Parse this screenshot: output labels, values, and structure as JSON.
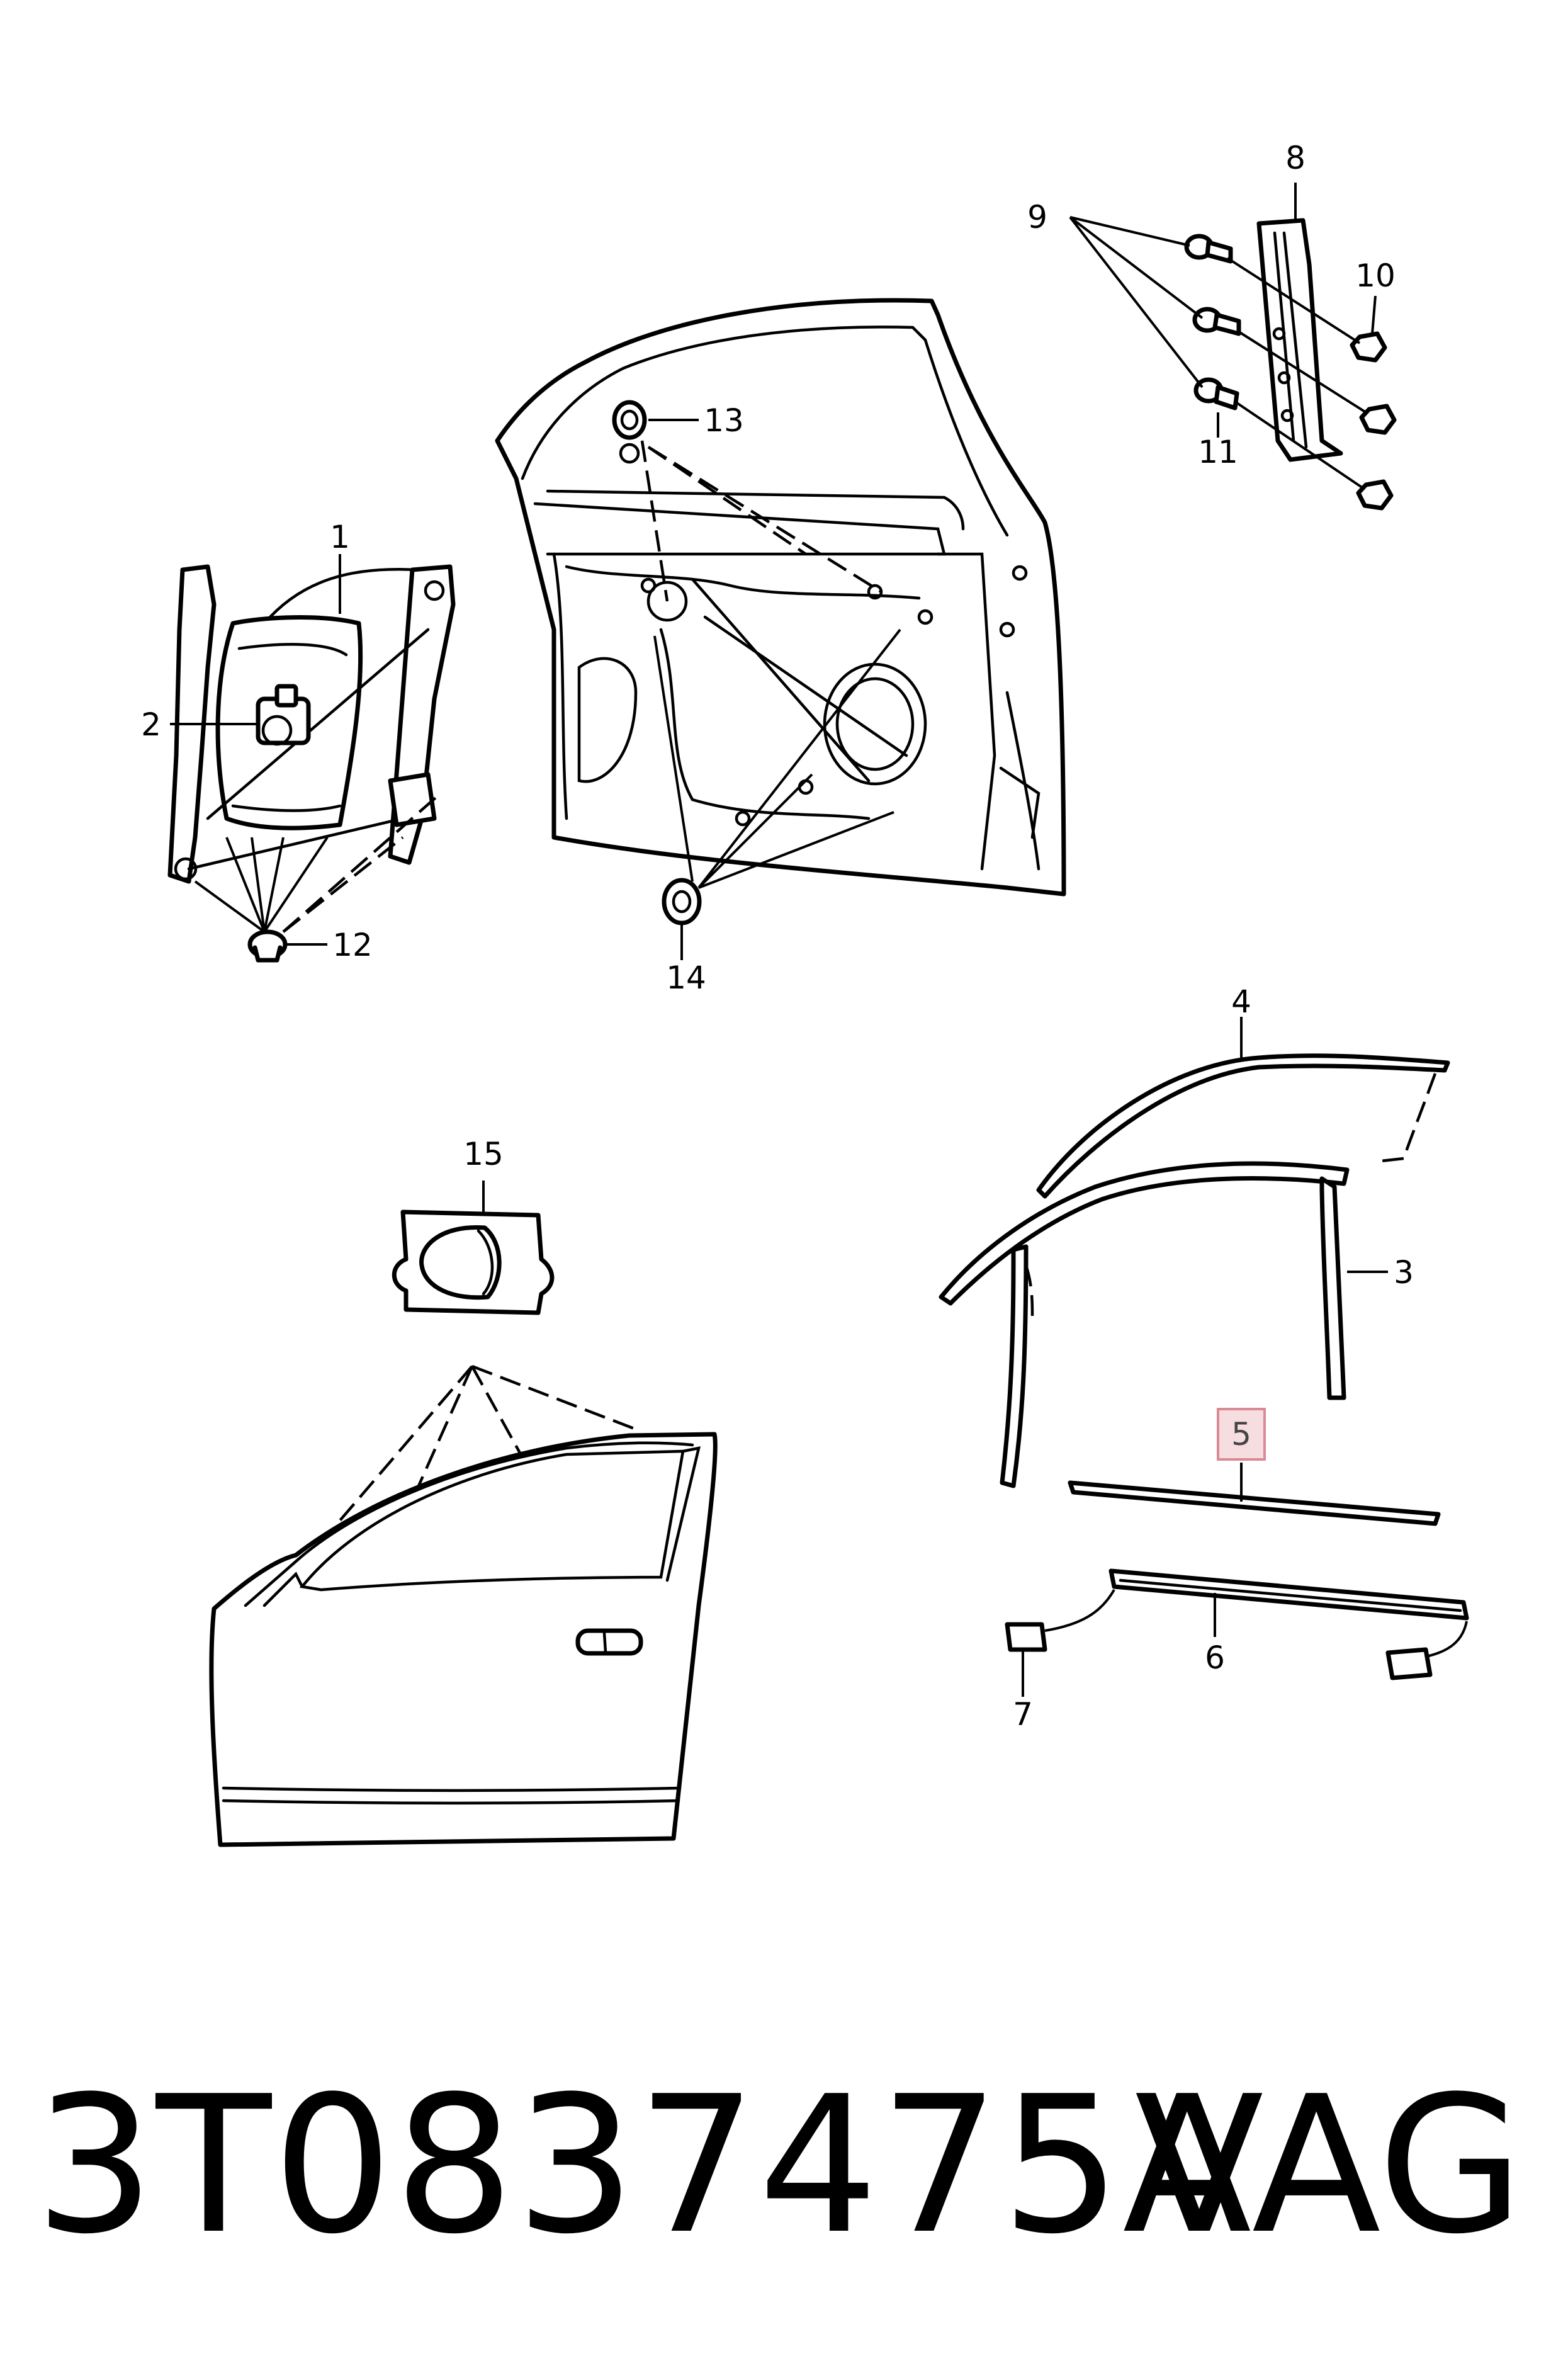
{
  "callouts": {
    "c1": "1",
    "c2": "2",
    "c3": "3",
    "c4": "4",
    "c5": "5",
    "c6": "6",
    "c7": "7",
    "c8": "8",
    "c9": "9",
    "c10": "10",
    "c11": "11",
    "c12": "12",
    "c13": "13",
    "c14": "14",
    "c15": "15"
  },
  "highlighted_callout": "5",
  "colors": {
    "highlight_fill": "#f6dde0",
    "highlight_stroke": "#d98a94",
    "line": "#000000"
  },
  "footer": {
    "part_number": "3T0837475A",
    "brand": "VAG"
  }
}
